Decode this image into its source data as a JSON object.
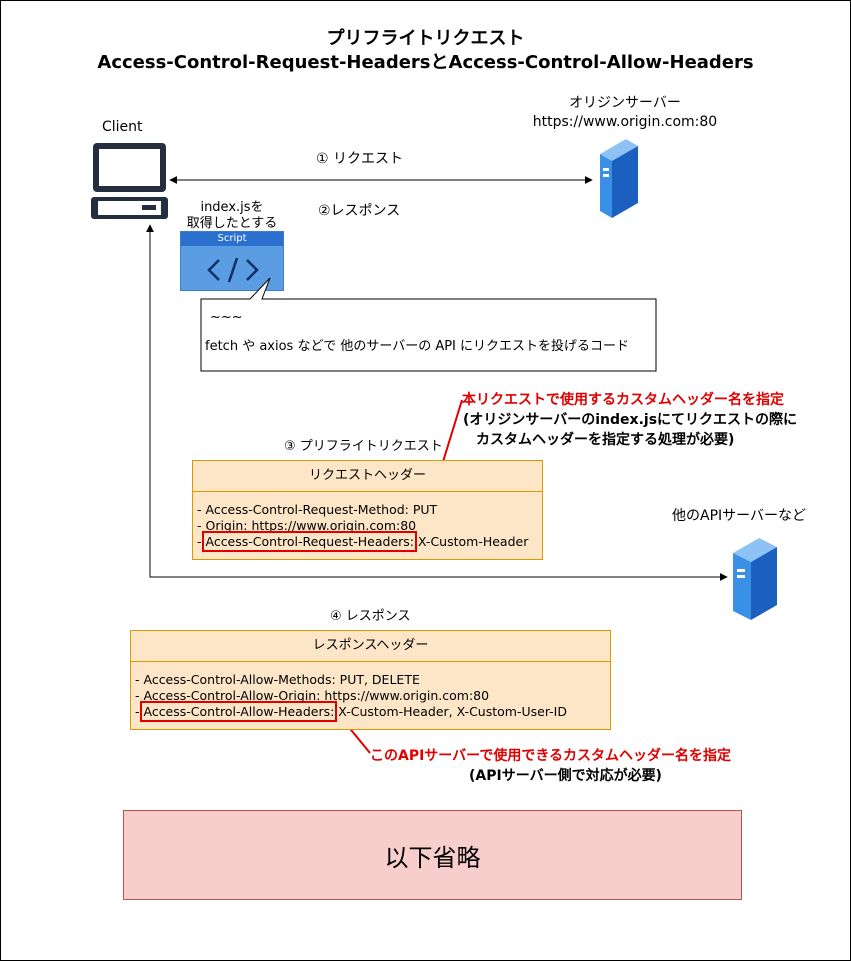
{
  "title": {
    "line1": "プリフライトリクエスト",
    "line2": "Access-Control-Request-HeadersとAccess-Control-Allow-Headers"
  },
  "client": {
    "label": "Client"
  },
  "origin_server": {
    "name": "オリジンサーバー",
    "url": "https://www.origin.com:80"
  },
  "api_server": {
    "label": "他のAPIサーバーなど"
  },
  "arrows": {
    "request": "① リクエスト",
    "response": "②レスポンス",
    "preflight": "③ プリフライトリクエスト",
    "preflight_response": "④ レスポンス"
  },
  "script": {
    "caption_line1": "index.jsを",
    "caption_line2": "取得したとする",
    "tab": "Script"
  },
  "callout": {
    "line1": "~~~",
    "line2": "fetch や axios などで 他のサーバーの API にリクエストを投げるコード"
  },
  "request_headers": {
    "title": "リクエストヘッダー",
    "line1": "- Access-Control-Request-Method: PUT",
    "line2": "- Origin: https://www.origin.com:80",
    "line3_prefix": "- ",
    "line3_key": "Access-Control-Request-Headers:",
    "line3_value": " X-Custom-Header"
  },
  "response_headers": {
    "title": "レスポンスヘッダー",
    "line1": "- Access-Control-Allow-Methods: PUT, DELETE",
    "line2": "- Access-Control-Allow-Origin: https://www.origin.com:80",
    "line3_prefix": "- ",
    "line3_key": "Access-Control-Allow-Headers:",
    "line3_value": " X-Custom-Header, X-Custom-User-ID"
  },
  "notes": {
    "request_red": "本リクエストで使用するカスタムヘッダー名を指定",
    "request_black_line1": "(オリジンサーバーのindex.jsにてリクエストの際に",
    "request_black_line2": "カスタムヘッダーを指定する処理が必要)",
    "response_red": "このAPIサーバーで使用できるカスタムヘッダー名を指定",
    "response_black": "(APIサーバー側で対応が必要)"
  },
  "omitted": {
    "label": "以下省略"
  },
  "colors": {
    "header_fill": "#fde6c7",
    "header_stroke": "#d79b00",
    "highlight": "#e00000",
    "omitted_fill": "#f8cecc",
    "omitted_stroke": "#b85450",
    "server_blue": "#2f7fdc"
  },
  "icons": {
    "client": "computer-icon",
    "server": "server-icon",
    "script": "script-code-icon"
  }
}
